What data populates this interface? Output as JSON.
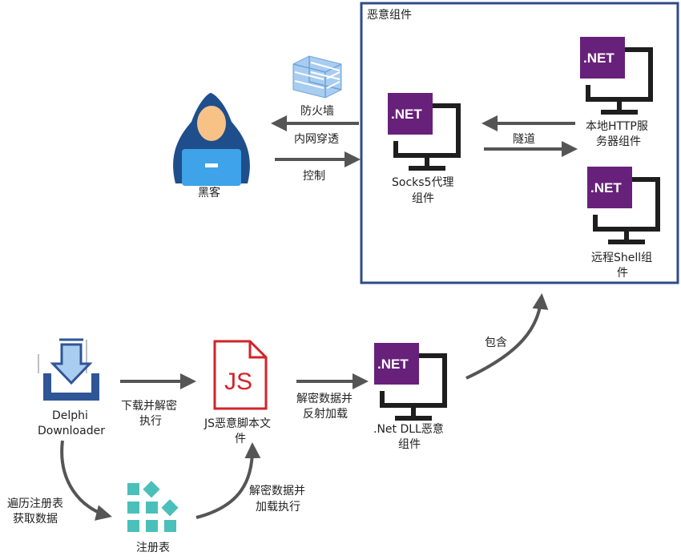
{
  "group_title": "恶意组件",
  "firewall_label": "防火墙",
  "hacker_label": "黑客",
  "edges": {
    "intranet": "内网穿透",
    "control": "控制",
    "tunnel": "隧道",
    "download": [
      "下载并解密",
      "执行"
    ],
    "decrypt_reflect": [
      "解密数据并",
      "反射加载"
    ],
    "contains": "包含",
    "traverse_registry": [
      "遍历注册表",
      "获取数据"
    ],
    "decrypt_load": [
      "解密数据并",
      "加载执行"
    ]
  },
  "nodes": {
    "socks5": [
      "Socks5代理",
      "组件"
    ],
    "http": [
      "本地HTTP服",
      "务器组件"
    ],
    "shell": [
      "远程Shell组",
      "件"
    ],
    "delphi": [
      "Delphi",
      "Downloader"
    ],
    "js": [
      "JS恶意脚本文",
      "件"
    ],
    "dll": [
      ".Net DLL恶意",
      "组件"
    ],
    "registry": "注册表"
  },
  "net_badge": ".NET",
  "js_badge": "JS",
  "colors": {
    "net_purple": "#68217a",
    "frame_blue": "#2f4b8a",
    "arrow_gray": "#555555",
    "firewall_blue": "#7fb2e3",
    "hacker_blue": "#1f4e8c",
    "hacker_laptop": "#3ea3e8",
    "js_red": "#d2232a",
    "registry_teal": "#4bbfb9",
    "download_blue": "#2f5597"
  }
}
